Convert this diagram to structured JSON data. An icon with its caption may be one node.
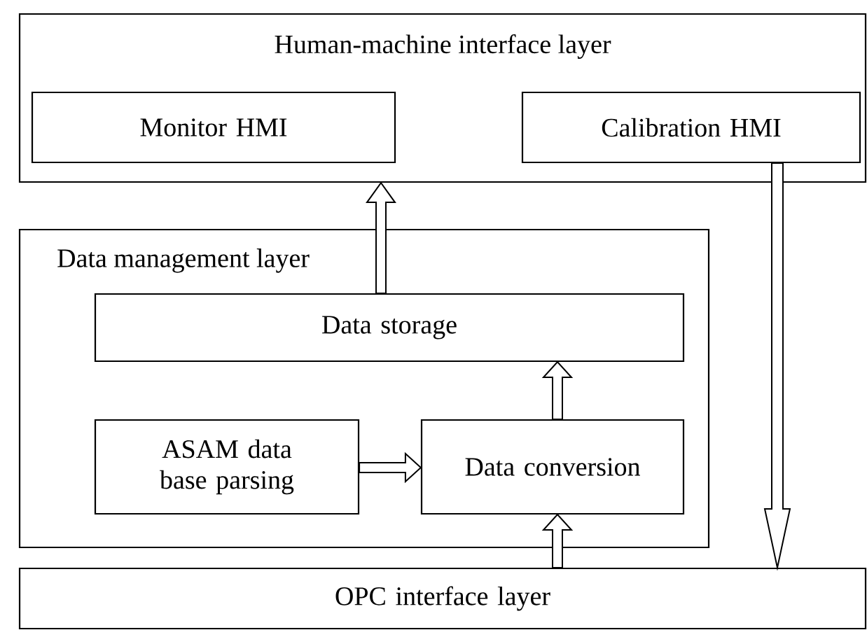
{
  "diagram": {
    "nodes": [
      {
        "text": [
          "Human-machine interface layer"
        ]
      },
      {
        "text": [
          "Monitor HMI"
        ],
        "in": 0
      },
      {
        "text": [
          "Calibration HMI"
        ],
        "in": 0
      },
      {
        "text": [
          "Data management layer"
        ]
      },
      {
        "text": [
          "Data storage"
        ],
        "in": 3
      },
      {
        "text": [
          "ASAM data base parsing"
        ],
        "in": 3
      },
      {
        "text": [
          "Data conversion"
        ],
        "in": 3
      },
      {
        "text": [
          "OPC interface layer"
        ]
      }
    ],
    "edges": [
      {
        "from": 4,
        "to": 0,
        "arrow": "to"
      },
      {
        "from": 2,
        "to": 7,
        "arrow": "to"
      },
      {
        "from": 5,
        "to": 6,
        "arrow": "to"
      },
      {
        "from": 6,
        "to": 4,
        "arrow": "to"
      },
      {
        "from": 7,
        "to": 6,
        "arrow": "to"
      }
    ]
  }
}
